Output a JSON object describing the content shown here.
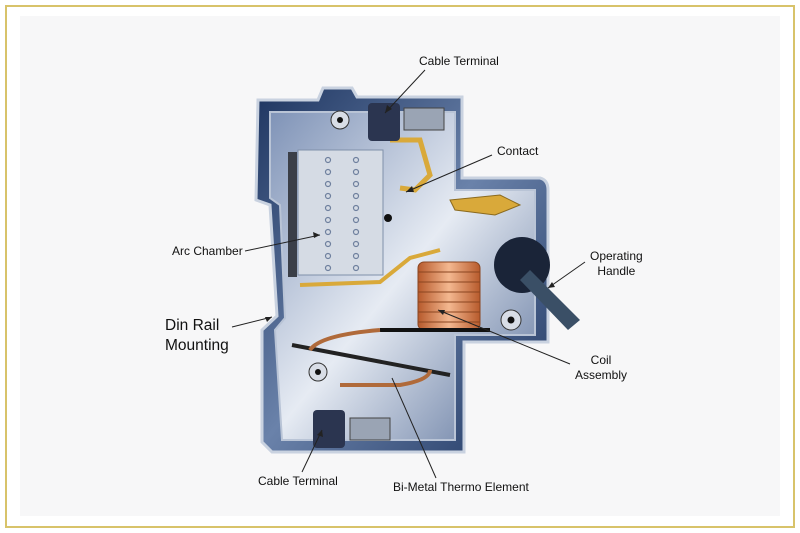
{
  "title": "Miniature Circuit Breaker Cutaway",
  "labels": {
    "cable_terminal_top": "Cable Terminal",
    "contact": "Contact",
    "arc_chamber": "Arc Chamber",
    "din_rail_line1": "Din Rail",
    "din_rail_line2": "Mounting",
    "operating_handle_line1": "Operating",
    "operating_handle_line2": "Handle",
    "coil_line1": "Coil",
    "coil_line2": "Assembly",
    "cable_terminal_bottom": "Cable Terminal",
    "bimetal": "Bi-Metal Thermo Element"
  },
  "colors": {
    "frame": "#d8c36a",
    "body": "#2b4a7a",
    "copper": "#d07a45",
    "brass": "#d9a93a"
  }
}
